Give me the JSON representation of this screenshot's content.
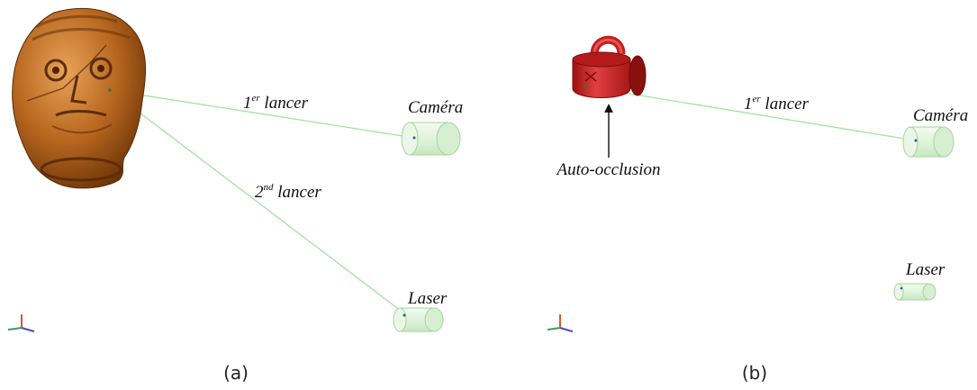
{
  "panels": [
    {
      "caption": "(a)",
      "object": "head-sculpture",
      "camera_label": "Caméra",
      "laser_label": "Laser",
      "ray1": {
        "base": "1",
        "sup": "er",
        "rest": " lancer"
      },
      "ray2": {
        "base": "2",
        "sup": "nd",
        "rest": " lancer"
      }
    },
    {
      "caption": "(b)",
      "object": "mug",
      "camera_label": "Caméra",
      "laser_label": "Laser",
      "ray1": {
        "base": "1",
        "sup": "er",
        "rest": " lancer"
      },
      "annotation": "Auto-occlusion"
    }
  ],
  "colors": {
    "ray": "#9fe39f",
    "device_fill": "#e6f6e3",
    "device_stroke": "#a6d4a0",
    "head": "#b5651d",
    "mug": "#d42a2a"
  }
}
